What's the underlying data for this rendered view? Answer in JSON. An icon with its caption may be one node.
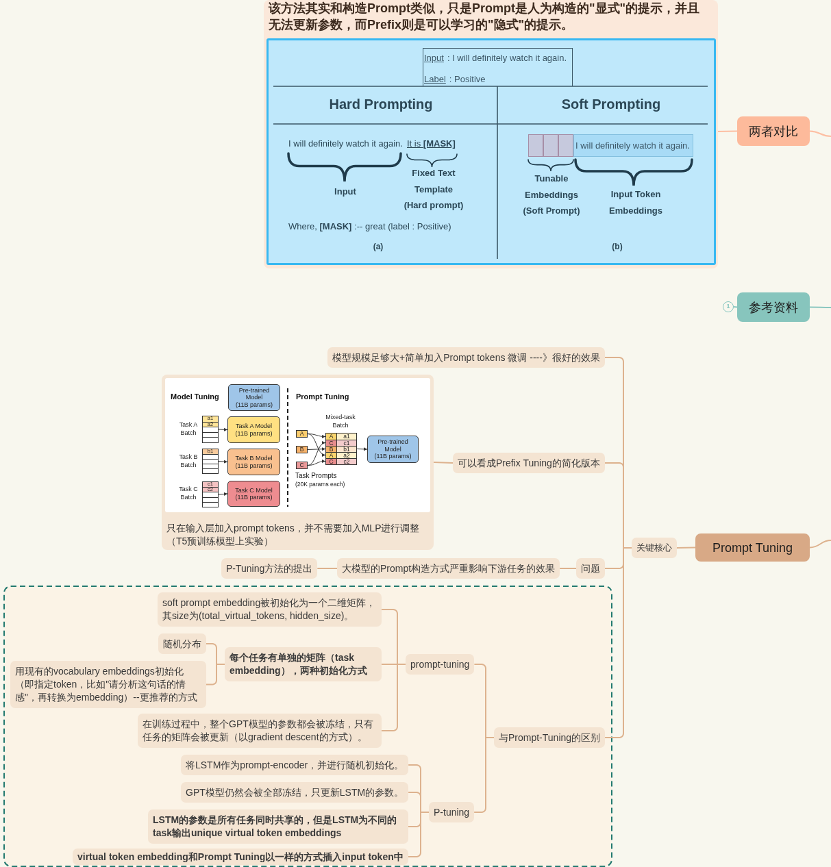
{
  "diagram": {
    "nodes": [
      {
        "text": [
          "该方法其实和构造Prompt类似，只是Prompt是人为构造的\"显式\"的提示，并且无法更新参数，而Prefix则是可以学习的\"隐式\"的提示。"
        ]
      },
      {
        "text": [
          "Input",
          ": I will definitely watch it again.",
          "Label",
          ": Positive"
        ],
        "in": 0
      },
      {
        "text": [],
        "shape": "box",
        "in": 0
      },
      {
        "text": [],
        "shape": "box",
        "in": 0
      },
      {
        "text": [],
        "shape": "box",
        "in": 0
      },
      {
        "text": [
          "I will definitely watch it again."
        ],
        "in": 0
      },
      {
        "text": [
          "两者对比"
        ]
      },
      {
        "text": [
          "1"
        ]
      },
      {
        "text": [
          "参考资料"
        ]
      },
      {
        "text": [
          "模型规模足够大+简单加入Prompt tokens 微调 ----》很好的效果"
        ]
      },
      {
        "text": [
          "只在输入层加入prompt tokens，并不需要加入MLP进行调整（T5预训练模型上实验）"
        ]
      },
      {
        "text": [
          "Pre-trained Model",
          "(11B params)"
        ],
        "in": 10
      },
      {
        "text": [
          "a1",
          "a2"
        ],
        "beside": [
          "Task A Batch"
        ],
        "in": 10
      },
      {
        "text": [
          "Task A Model",
          "(11B params)"
        ],
        "in": 10
      },
      {
        "text": [
          "b1"
        ],
        "beside": [
          "Task B Batch"
        ],
        "in": 10
      },
      {
        "text": [
          "Task B Model",
          "(11B params)"
        ],
        "in": 10
      },
      {
        "text": [
          "c1",
          "c2"
        ],
        "beside": [
          "Task C Batch"
        ],
        "in": 10
      },
      {
        "text": [
          "Task C Model",
          "(11B params)"
        ],
        "in": 10
      },
      {
        "text": [
          "A"
        ],
        "in": 10
      },
      {
        "text": [
          "B"
        ],
        "in": 10
      },
      {
        "text": [
          "C"
        ],
        "in": 10
      },
      {
        "text": [
          "A",
          "a1",
          "C",
          "c1",
          "B",
          "b1",
          "A",
          "a2",
          "C",
          "c2"
        ],
        "beside": [
          "Mixed-task Batch"
        ],
        "in": 10
      },
      {
        "text": [
          "Pre-trained Model",
          "(11B params)"
        ],
        "in": 10
      },
      {
        "text": [
          "可以看成Prefix Tuning的简化版本"
        ]
      },
      {
        "text": [
          "关键核心"
        ]
      },
      {
        "text": [
          "Prompt Tuning"
        ]
      },
      {
        "text": [
          "P-Tuning方法的提出"
        ]
      },
      {
        "text": [
          "大模型的Prompt构造方式严重影响下游任务的效果"
        ]
      },
      {
        "text": [
          "问题"
        ]
      },
      {
        "text": [],
        "shape": "box"
      },
      {
        "text": [
          "soft prompt embedding被初始化为一个二维矩阵，其size为(total_virtual_tokens, hidden_size)。"
        ],
        "in": 29
      },
      {
        "text": [
          "随机分布"
        ],
        "in": 29
      },
      {
        "text": [
          "每个任务有单独的矩阵（task embedding），两种初始化方式"
        ],
        "in": 29
      },
      {
        "text": [
          "用现有的vocabulary embeddings初始化（即指定token，比如\"请分析这句话的情感\"，再转换为embedding）--更推荐的方式"
        ],
        "in": 29
      },
      {
        "text": [
          "prompt-tuning"
        ],
        "in": 29
      },
      {
        "text": [
          "在训练过程中，整个GPT模型的参数都会被冻结，只有任务的矩阵会被更新（以gradient descent的方式）。"
        ],
        "in": 29
      },
      {
        "text": [
          "与Prompt-Tuning的区别"
        ],
        "in": 29
      },
      {
        "text": [
          "将LSTM作为prompt-encoder，并进行随机初始化。"
        ],
        "in": 29
      },
      {
        "text": [
          "GPT模型仍然会被全部冻结，只更新LSTM的参数。"
        ],
        "in": 29
      },
      {
        "text": [
          "P-tuning"
        ],
        "in": 29
      },
      {
        "text": [
          "LSTM的参数是所有任务同时共享的，但是LSTM为不同的task输出unique virtual token embeddings"
        ],
        "in": 29
      },
      {
        "text": [
          "virtual token embedding和Prompt Tuning以一样的方式插入input token中"
        ],
        "in": 29
      }
    ],
    "edges": [
      {
        "from": null,
        "to": 6,
        "arrow": "none",
        "color": "#fdbfa3"
      },
      {
        "from": 6,
        "to": 0,
        "arrow": "none",
        "color": "#fdbfa3"
      },
      {
        "from": null,
        "to": 8,
        "arrow": "none",
        "color": "#8bc7c0"
      },
      {
        "from": 8,
        "to": 7,
        "arrow": "none",
        "color": "#8bc7c0"
      },
      {
        "from": null,
        "to": 25,
        "arrow": "none"
      },
      {
        "from": 25,
        "to": 24,
        "arrow": "none"
      },
      {
        "from": 24,
        "to": 9,
        "arrow": "none"
      },
      {
        "from": 24,
        "to": 23,
        "arrow": "none"
      },
      {
        "from": 24,
        "to": 28,
        "arrow": "none"
      },
      {
        "from": 24,
        "to": 36,
        "arrow": "none"
      },
      {
        "from": 23,
        "to": 10,
        "arrow": "none"
      },
      {
        "from": 12,
        "to": 13,
        "arrow": "to",
        "color": "#333333"
      },
      {
        "from": 14,
        "to": 15,
        "arrow": "to",
        "color": "#333333"
      },
      {
        "from": 16,
        "to": 17,
        "arrow": "to",
        "color": "#333333"
      },
      {
        "from": 18,
        "to": 21,
        "arrow": "to",
        "color": "#333333"
      },
      {
        "from": 18,
        "to": 21,
        "arrow": "to",
        "color": "#333333"
      },
      {
        "from": 19,
        "to": 21,
        "arrow": "to",
        "color": "#333333"
      },
      {
        "from": 20,
        "to": 21,
        "arrow": "to",
        "color": "#333333"
      },
      {
        "from": 20,
        "to": 21,
        "arrow": "to",
        "color": "#333333"
      },
      {
        "from": 21,
        "to": 22,
        "arrow": "to",
        "color": "#333333"
      },
      {
        "from": 28,
        "to": 27,
        "arrow": "none"
      },
      {
        "from": 27,
        "to": 26,
        "arrow": "none"
      },
      {
        "from": 36,
        "to": 34,
        "arrow": "none"
      },
      {
        "from": 36,
        "to": 39,
        "arrow": "none"
      },
      {
        "from": 34,
        "to": 30,
        "arrow": "none"
      },
      {
        "from": 34,
        "to": 32,
        "arrow": "none"
      },
      {
        "from": 34,
        "to": 35,
        "arrow": "none"
      },
      {
        "from": 32,
        "to": 31,
        "arrow": "none"
      },
      {
        "from": 32,
        "to": 33,
        "arrow": "none"
      },
      {
        "from": 39,
        "to": 37,
        "arrow": "none"
      },
      {
        "from": 39,
        "to": 38,
        "arrow": "none"
      },
      {
        "from": 39,
        "to": 40,
        "arrow": "none"
      },
      {
        "from": 39,
        "to": 41,
        "arrow": "none"
      }
    ],
    "labels": [
      "Hard Prompting",
      "Soft Prompting",
      "I will definitely watch it again.",
      "It is **[MASK]**",
      "Input",
      "Fixed Text Template (Hard prompt)",
      "Tunable Embeddings (Soft Prompt)",
      "Input Token Embeddings",
      "Where, **[MASK]** :-- great (label : Positive)",
      "(a)",
      "(b)",
      "Model Tuning",
      "Prompt Tuning",
      "Task Prompts",
      "(20K params each)"
    ]
  }
}
